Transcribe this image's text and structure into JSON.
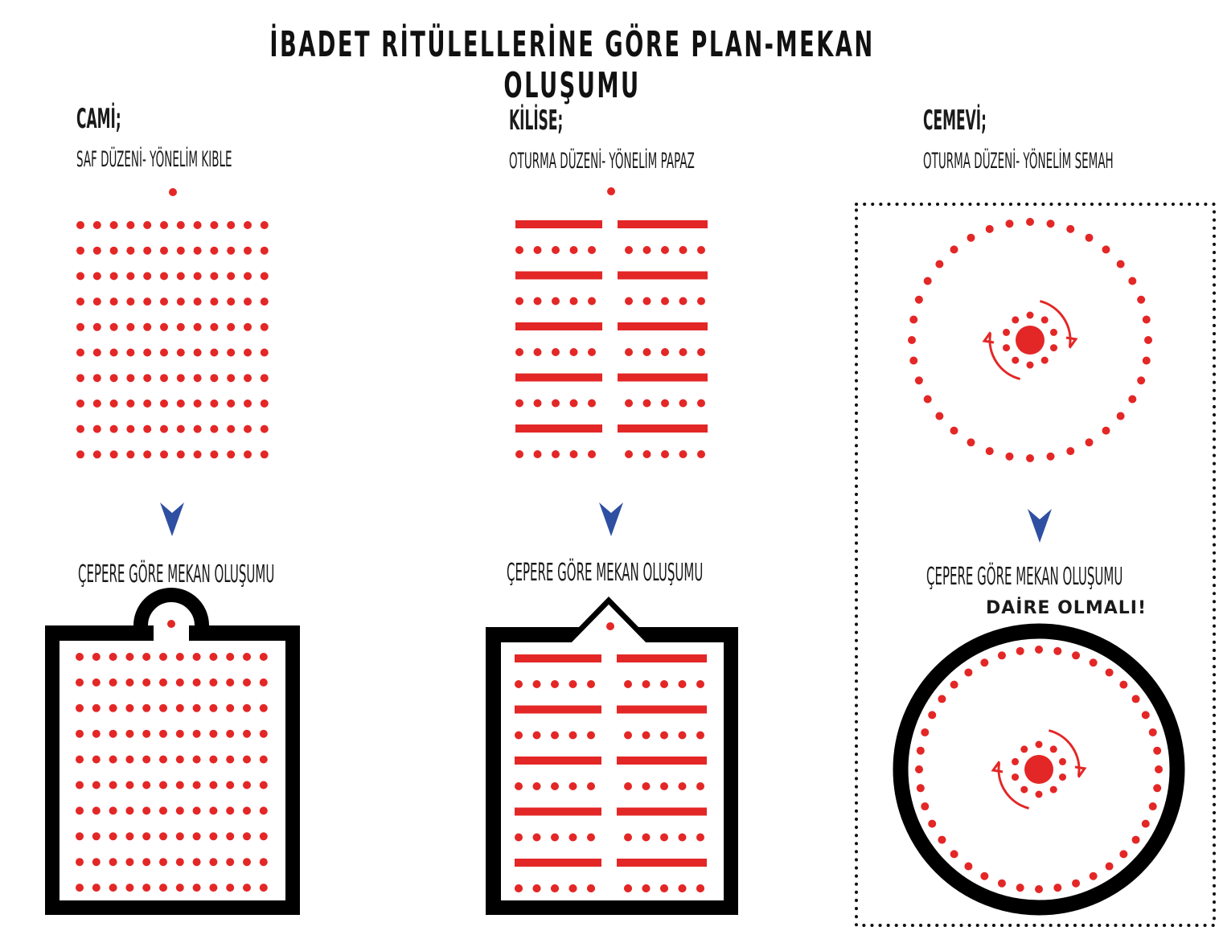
{
  "title": "İBADET RİTÜLELLERİNE GÖRE PLAN-MEKAN OLUŞUMU",
  "colors": {
    "seat": "#e32726",
    "arrow": "#2f4fa2",
    "wall": "#000000"
  },
  "panels": [
    {
      "heading": "CAMİ;",
      "subtitle": "SAF DÜZENİ- YÖNELİM KIBLE",
      "caption": "ÇEPERE GÖRE MEKAN OLUŞUMU"
    },
    {
      "heading": "KİLİSE;",
      "subtitle": "OTURMA DÜZENİ- YÖNELİM PAPAZ",
      "caption": "ÇEPERE GÖRE MEKAN OLUŞUMU"
    },
    {
      "heading": "CEMEVİ;",
      "subtitle": "OTURMA DÜZENİ- YÖNELİM SEMAH",
      "caption": "ÇEPERE GÖRE MEKAN OLUŞUMU",
      "note": "DAİRE OLMALI!"
    }
  ],
  "icons": [
    "down-arrow-icon",
    "rotation-arrow-icon"
  ]
}
